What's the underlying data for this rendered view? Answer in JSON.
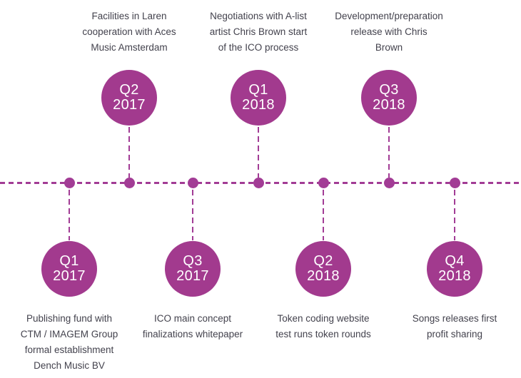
{
  "colors": {
    "accent": "#a23c95",
    "circle": "#a23a8e",
    "text": "#43424d",
    "circle-text": "#ffffff"
  },
  "timeline": {
    "orientation": "horizontal",
    "style": "dashed"
  },
  "milestones": [
    {
      "quarter": "Q1",
      "year": "2017",
      "side": "below",
      "description_lines": [
        "Publishing fund with",
        "CTM / IMAGEM Group",
        "formal establishment",
        "Dench Music BV"
      ]
    },
    {
      "quarter": "Q2",
      "year": "2017",
      "side": "above",
      "description_lines": [
        "Facilities in Laren",
        "cooperation with Aces",
        "Music Amsterdam"
      ]
    },
    {
      "quarter": "Q3",
      "year": "2017",
      "side": "below",
      "description_lines": [
        "ICO main concept",
        "finalizations whitepaper"
      ]
    },
    {
      "quarter": "Q1",
      "year": "2018",
      "side": "above",
      "description_lines": [
        "Negotiations with A-list",
        "artist Chris Brown start",
        "of the ICO process"
      ]
    },
    {
      "quarter": "Q2",
      "year": "2018",
      "side": "below",
      "description_lines": [
        "Token coding website",
        "test runs token rounds"
      ]
    },
    {
      "quarter": "Q3",
      "year": "2018",
      "side": "above",
      "description_lines": [
        "Development/preparation",
        "release with Chris",
        "Brown"
      ]
    },
    {
      "quarter": "Q4",
      "year": "2018",
      "side": "below",
      "description_lines": [
        "Songs releases first",
        "profit sharing"
      ]
    }
  ]
}
